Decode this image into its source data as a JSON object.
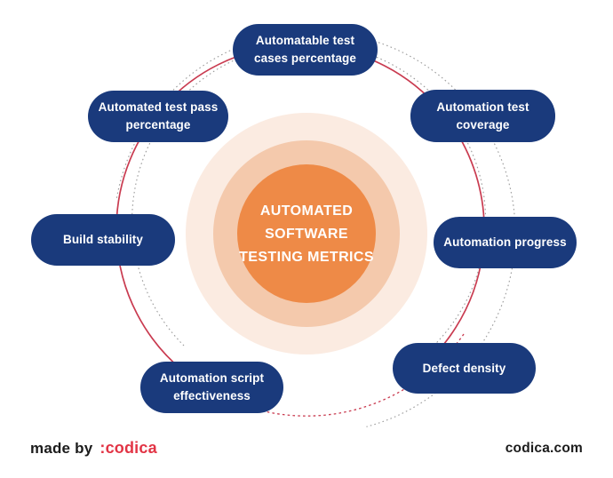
{
  "center": {
    "title": "AUTOMATED\nSOFTWARE\nTESTING METRICS"
  },
  "metrics": [
    {
      "id": "automatable-test-cases-percentage",
      "label": "Automatable test\ncases percentage"
    },
    {
      "id": "automation-test-coverage",
      "label": "Automation test\ncoverage"
    },
    {
      "id": "automation-progress",
      "label": "Automation progress"
    },
    {
      "id": "defect-density",
      "label": "Defect density"
    },
    {
      "id": "automation-script-effectiveness",
      "label": "Automation script\neffectiveness"
    },
    {
      "id": "build-stability",
      "label": "Build stability"
    },
    {
      "id": "automated-test-pass-percentage",
      "label": "Automated test pass\npercentage"
    }
  ],
  "footer": {
    "made_by": "made by",
    "brand": ":codica",
    "website": "codica.com"
  },
  "colors": {
    "pill_navy": "#1A3A7C",
    "ring_inner": "#EE8A47",
    "ring_mid": "#F4C9AC",
    "ring_outer": "#FBEBE1",
    "arc_red": "#C93B50",
    "arc_gray": "#9B9B9B",
    "brand_red": "#E23445",
    "text_dark": "#1C1C1C"
  }
}
